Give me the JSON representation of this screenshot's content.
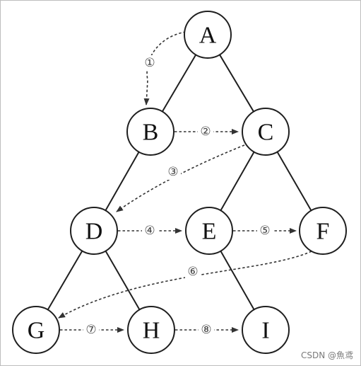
{
  "tree": {
    "nodes": [
      {
        "id": "A",
        "label": "A"
      },
      {
        "id": "B",
        "label": "B"
      },
      {
        "id": "C",
        "label": "C"
      },
      {
        "id": "D",
        "label": "D"
      },
      {
        "id": "E",
        "label": "E"
      },
      {
        "id": "F",
        "label": "F"
      },
      {
        "id": "G",
        "label": "G"
      },
      {
        "id": "H",
        "label": "H"
      },
      {
        "id": "I",
        "label": "I"
      }
    ],
    "edges": [
      [
        "A",
        "B"
      ],
      [
        "A",
        "C"
      ],
      [
        "B",
        "D"
      ],
      [
        "C",
        "E"
      ],
      [
        "C",
        "F"
      ],
      [
        "D",
        "G"
      ],
      [
        "D",
        "H"
      ],
      [
        "E",
        "I"
      ]
    ],
    "steps": [
      {
        "from": "A",
        "to": "B",
        "label": "①"
      },
      {
        "from": "B",
        "to": "C",
        "label": "②"
      },
      {
        "from": "C",
        "to": "D",
        "label": "③"
      },
      {
        "from": "D",
        "to": "E",
        "label": "④"
      },
      {
        "from": "E",
        "to": "F",
        "label": "⑤"
      },
      {
        "from": "F",
        "to": "G",
        "label": "⑥"
      },
      {
        "from": "G",
        "to": "H",
        "label": "⑦"
      },
      {
        "from": "H",
        "to": "I",
        "label": "⑧"
      }
    ]
  },
  "watermark": "CSDN @魚鸢"
}
